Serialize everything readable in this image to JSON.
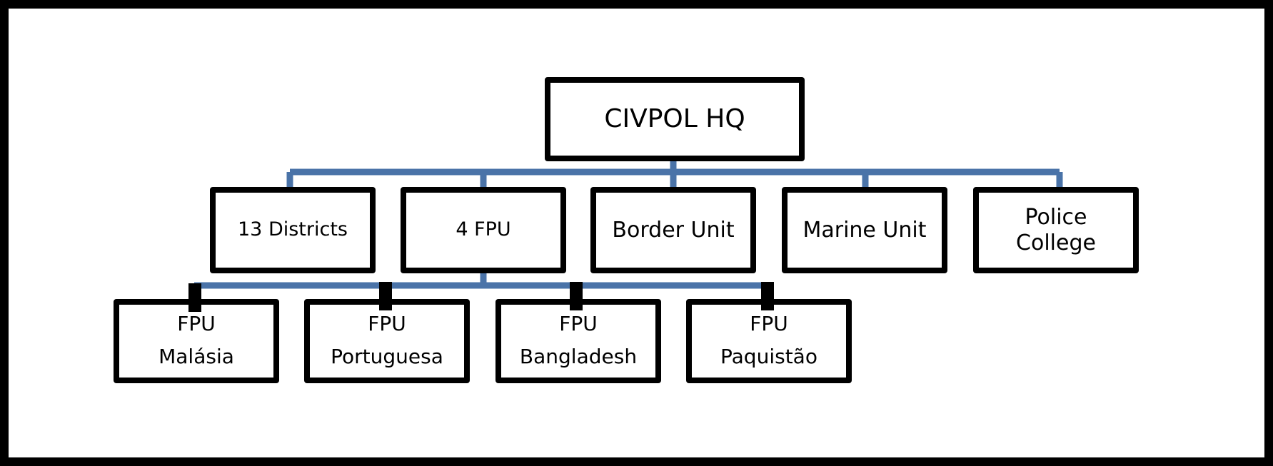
{
  "colors": {
    "connector": "#4a73a8",
    "box_border": "#000000",
    "frame": "#000000"
  },
  "root": {
    "label": "CIVPOL HQ"
  },
  "units": [
    {
      "label": "13 Districts"
    },
    {
      "label": "4 FPU"
    },
    {
      "label": "Border Unit"
    },
    {
      "label": "Marine Unit"
    },
    {
      "label_line1": "Police",
      "label_line2": "College"
    }
  ],
  "fpus": [
    {
      "line1": "FPU",
      "line2": "Malásia"
    },
    {
      "line1": "FPU",
      "line2": "Portuguesa"
    },
    {
      "line1": "FPU",
      "line2": "Bangladesh"
    },
    {
      "line1": "FPU",
      "line2": "Paquistão"
    }
  ]
}
